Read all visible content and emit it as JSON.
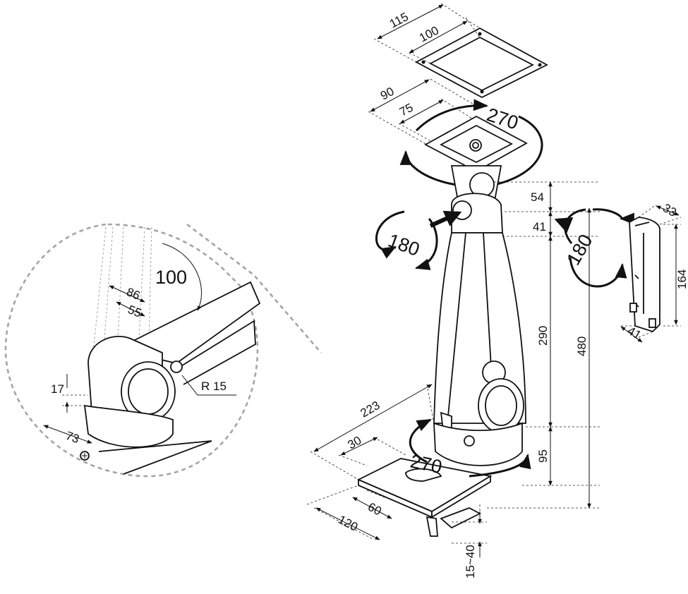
{
  "dimensions": {
    "plate_outer": "115",
    "plate_inner": "100",
    "mount_outer": "90",
    "mount_inner": "75",
    "top_rotation": "270",
    "tilt_left": "180",
    "tilt_right": "180",
    "height_54": "54",
    "height_41": "41",
    "height_290": "290",
    "height_480": "480",
    "height_95": "95",
    "base_width": "223",
    "base_offset": "30",
    "base_rotation": "270",
    "base_slot": "60",
    "base_depth": "120",
    "clamp_range": "15~40",
    "bracket_width": "33",
    "bracket_height": "164",
    "bracket_depth": "41",
    "detail_angle": "100",
    "detail_86": "86",
    "detail_55": "55",
    "detail_17": "17",
    "detail_73": "73",
    "detail_radius": "R 15"
  },
  "colors": {
    "line": "#111111",
    "detail_circle": "#9a9a9a"
  }
}
